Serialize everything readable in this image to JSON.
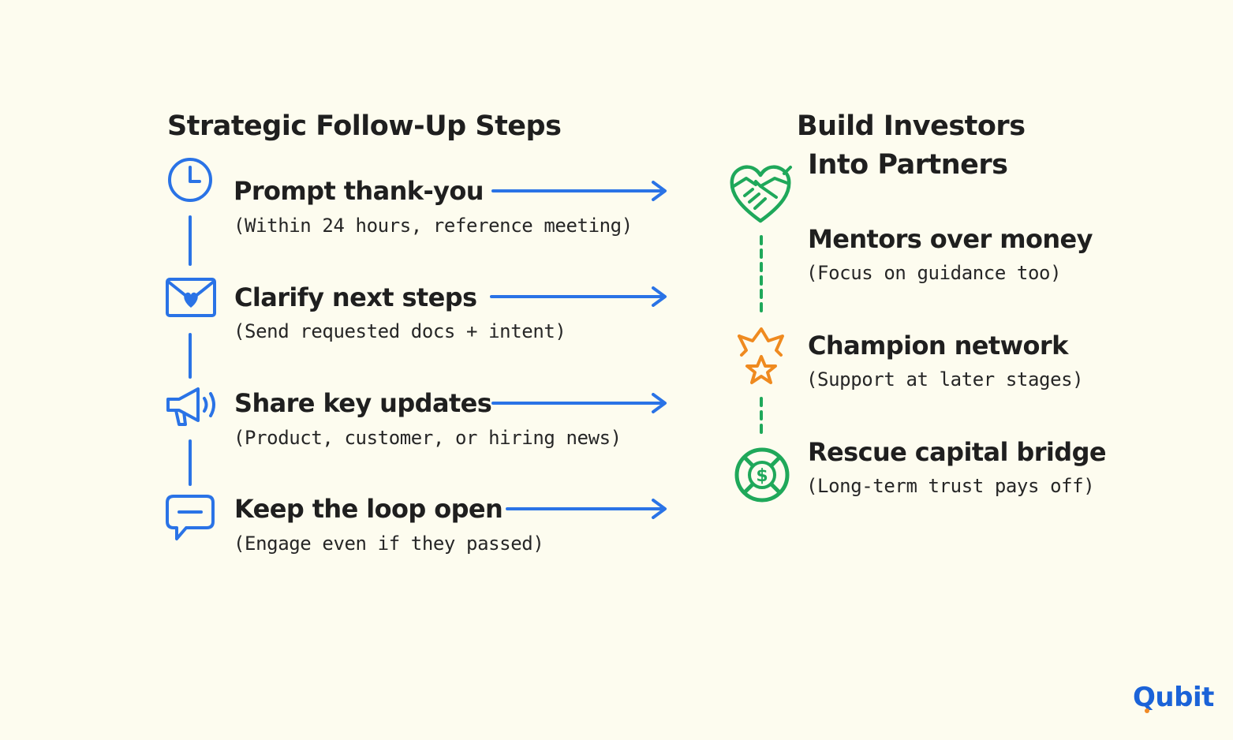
{
  "colors": {
    "background": "#fdfcef",
    "blue": "#2a73e6",
    "green": "#1fa85a",
    "orange": "#ef8a1f",
    "text": "#1f1f1f"
  },
  "left": {
    "heading": "Strategic Follow-Up Steps",
    "steps": [
      {
        "icon": "clock-icon",
        "title": "Prompt thank-you",
        "subtitle": "(Within 24 hours, reference meeting)"
      },
      {
        "icon": "envelope-heart-icon",
        "title": "Clarify next steps",
        "subtitle": "(Send requested docs + intent)"
      },
      {
        "icon": "megaphone-icon",
        "title": "Share key updates",
        "subtitle": "(Product, customer, or hiring news)"
      },
      {
        "icon": "chat-bubble-icon",
        "title": "Keep the loop open",
        "subtitle": "(Engage even if they passed)"
      }
    ]
  },
  "right": {
    "heading_line1": "Build Investors",
    "heading_line2": "Into Partners",
    "items": [
      {
        "icon": "handshake-heart-icon",
        "title": "Mentors over money",
        "subtitle": "(Focus on guidance too)"
      },
      {
        "icon": "star-icon",
        "title": "Champion network",
        "subtitle": "(Support at later stages)"
      },
      {
        "icon": "dollar-lifebuoy-icon",
        "title": "Rescue capital bridge",
        "subtitle": "(Long-term trust pays off)"
      }
    ]
  },
  "brand": {
    "logo_text": "Qubit"
  }
}
